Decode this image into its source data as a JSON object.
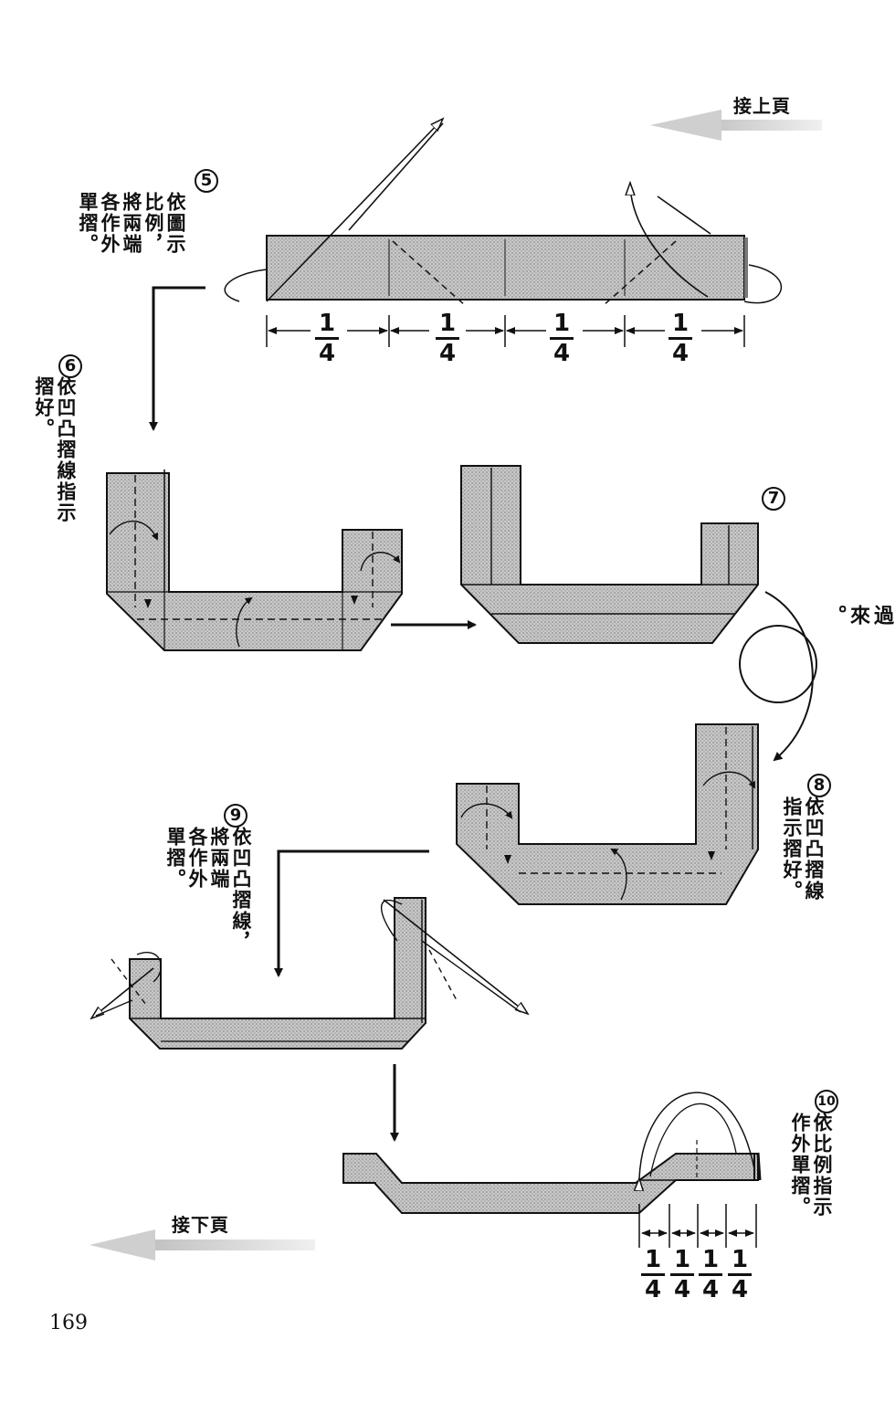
{
  "nav": {
    "continue_from_prev": "接上頁",
    "continue_next": "接下頁"
  },
  "steps": [
    {
      "number": "5",
      "text": "依圖示\n比例，\n將兩端\n各作外\n單摺。"
    },
    {
      "number": "6",
      "text": "依凹凸摺線指示\n摺好。"
    },
    {
      "number": "7",
      "text": ""
    },
    {
      "number": "8",
      "text": "依凹凸摺線\n指示摺好。"
    },
    {
      "number": "9",
      "text": "依凹凸摺線，\n將兩端\n各作外\n單摺。"
    },
    {
      "number": "10",
      "text": "依比例指示\n作外單摺。"
    }
  ],
  "turn_over": "反\n過\n來\n。",
  "fractions": {
    "numerator": "1",
    "denominator": "4"
  },
  "page_number": "169"
}
